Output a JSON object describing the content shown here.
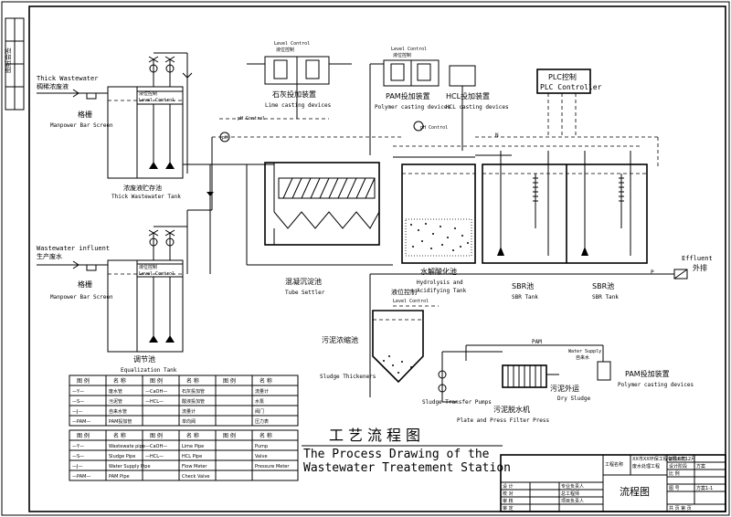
{
  "side_label": "图纸会签",
  "labels": {
    "thick_ww_en": "Thick Wastewater",
    "thick_ww_cn": "稠稀浓废液",
    "ww_influent_en": "Wastewater influent",
    "ww_influent_cn": "生产废水",
    "screen1_cn": "格栅",
    "screen1_en": "Manpower Bar Screen",
    "screen2_cn": "格栅",
    "screen2_en": "Manpower Bar Screen",
    "thick_tank_cn": "浓废液贮存池",
    "thick_tank_en": "Thick Wastewater Tank",
    "eq_tank_cn": "调节池",
    "eq_tank_en": "Equalization Tank",
    "level_control_1": "Level Control",
    "level_control_2": "Level Control",
    "lime_level": "Level Control",
    "lime_level_cn": "液位控制",
    "lime_cn": "石灰投加装置",
    "lime_en": "Lime casting devices",
    "pam1_level": "Level Control",
    "pam1_level_cn": "液位控制",
    "pam1_cn": "PAM投加装置",
    "pam1_en": "Polymer casting devices",
    "hcl_cn": "HCL投加装置",
    "hcl_en": "HCL casting devices",
    "plc_cn": "PLC控制",
    "plc_en": "PLC Controller",
    "ph_control_1": "pH Control",
    "ph_control_2": "pH Control",
    "tube_cn": "混凝沉淀池",
    "tube_en": "Tube Settler",
    "hydro_cn": "水解酸化池",
    "hydro_en1": "Hydrolysis and",
    "hydro_en2": "Acidifying Tank",
    "sbr1_cn": "SBR池",
    "sbr1_en": "SBR Tank",
    "sbr2_cn": "SBR池",
    "sbr2_en": "SBR Tank",
    "effluent_en": "Effluent",
    "effluent_cn": "外排",
    "thick_level_cn": "液位控制",
    "thick_level_en": "Level Control",
    "sludge_thick_cn": "污泥浓缩池",
    "sludge_thick_en": "Sludge Thickeners",
    "pam_line": "PAM",
    "water_supply_en": "Water Supply",
    "water_supply_cn": "自来水",
    "pam2_cn": "PAM投加装置",
    "pam2_en": "Polymer casting devices",
    "sludge_out_cn": "污泥外运",
    "sludge_out_en": "Dry Sludge",
    "transfer_en": "Sludge Transfer Pumps",
    "press_cn": "污泥脱水机",
    "press_en": "Plate and Press Filter Press",
    "p_marker": "P",
    "n_marker": "N"
  },
  "legend1": {
    "headers": [
      "图 例",
      "名 称",
      "图 例",
      "名 称",
      "图 例",
      "名 称"
    ],
    "rows": [
      [
        "—Y—",
        "废水管",
        "—CaOH—",
        "石灰投加管",
        "",
        "流量计"
      ],
      [
        "—S—",
        "污泥管",
        "—HCL—",
        "酸液投加管",
        "",
        "水泵"
      ],
      [
        "—J—",
        "自来水管",
        "",
        "流量计",
        "",
        "阀门"
      ],
      [
        "—PAM—",
        "PAM投加管",
        "",
        "单向阀",
        "",
        "压力表"
      ]
    ]
  },
  "legend2": {
    "headers": [
      "图 例",
      "名 称",
      "图 例",
      "名 称",
      "图 例",
      "名 称"
    ],
    "rows": [
      [
        "—Y—",
        "Wastewate pipe",
        "—CaOH—",
        "Lime Pipe",
        "",
        "Pump"
      ],
      [
        "—S—",
        "Sludge Pipe",
        "—HCL—",
        "HCL Pipe",
        "",
        "Valve"
      ],
      [
        "—J—",
        "Water Supply Pipe",
        "",
        "Flow Meter",
        "",
        "Pressure Meter"
      ],
      [
        "—PAM—",
        "PAM Pipe",
        "",
        "Check Valve",
        "",
        ""
      ]
    ]
  },
  "title": {
    "cn": "工艺流程图",
    "en1": "The Process Drawing of the",
    "en2": "Wastewater Treatement Station"
  },
  "title_block": {
    "company1": "XX市XX环保工程有限公司",
    "company2": "废水处理工程",
    "project_label": "工程名称",
    "date_label": "2018年12月",
    "drawing_name": "流程图",
    "scale_label": "比 例",
    "design_label": "设计阶段",
    "design_value": "方案",
    "number_label": "图 号",
    "number_value": "方案1-1",
    "r1": "专业负责人",
    "r2": "总工程师",
    "r3": "项目负责人",
    "c1": "设 计",
    "c2": "校 对",
    "c3": "审 核",
    "c4": "审 定",
    "page_label": "共 页 第 页"
  }
}
